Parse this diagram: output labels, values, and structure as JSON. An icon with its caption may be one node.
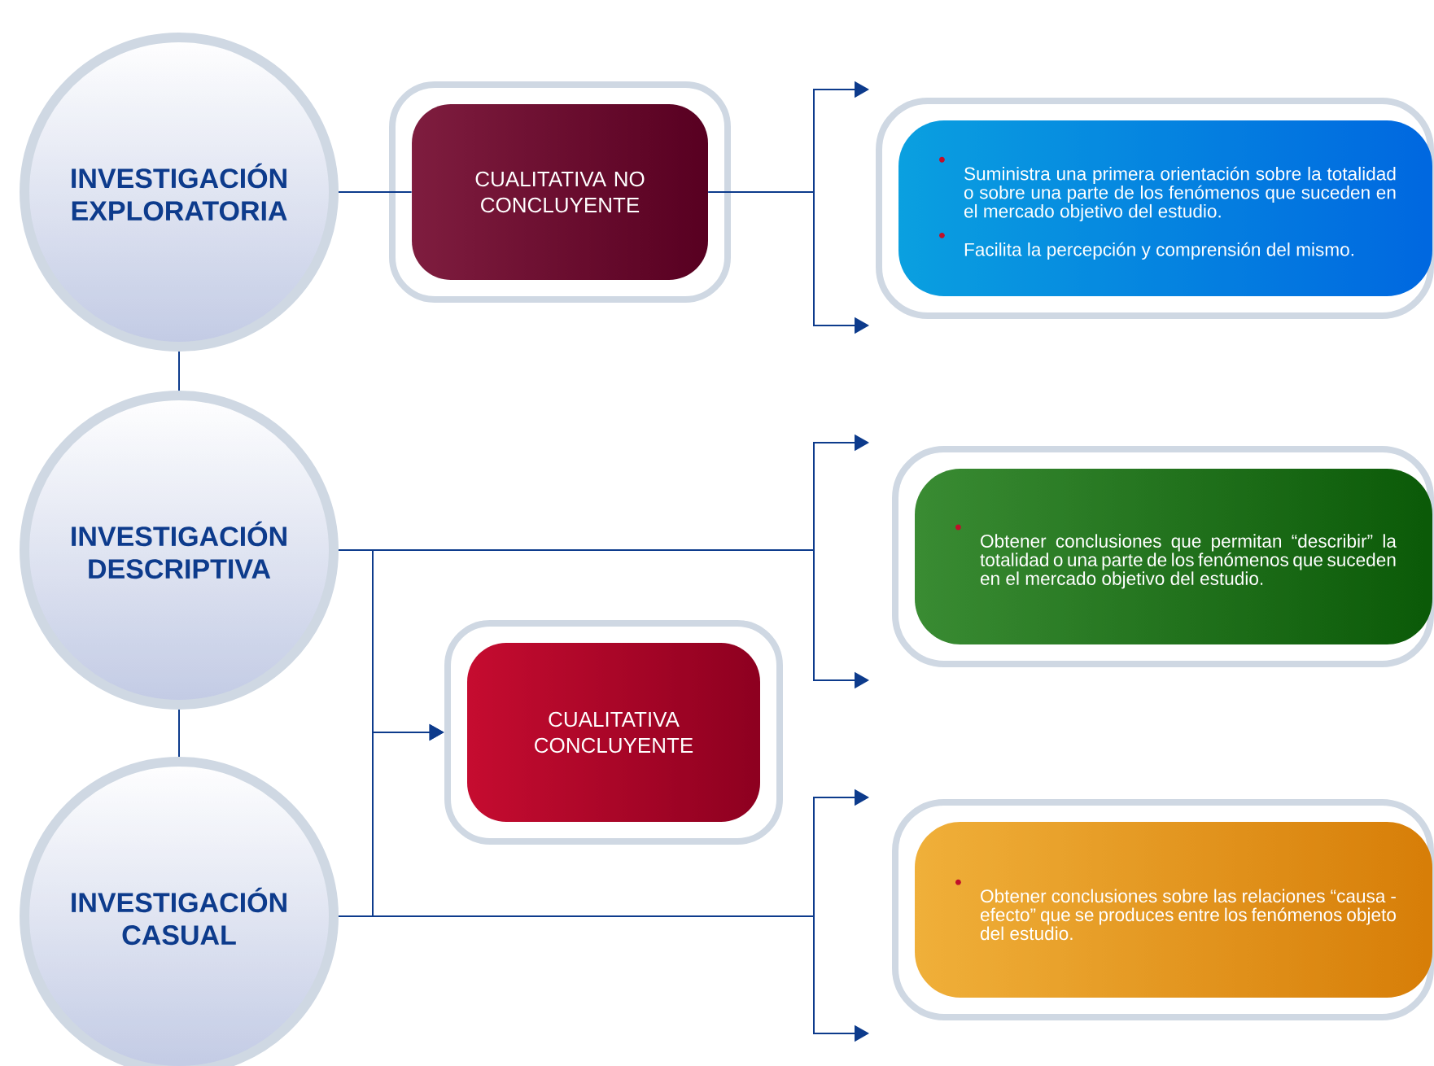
{
  "diagram": {
    "nodes": [
      {
        "text": [
          "INVESTIGACIÓN EXPLORATORIA"
        ]
      },
      {
        "text": [
          "CUALITATIVA NO CONCLUYENTE"
        ]
      },
      {
        "text": [
          "Suministra una primera orientación sobre la totalidad o sobre una parte de los fenómenos que suceden en el mercado objetivo del estudio.",
          "Facilita la percepción y comprensión del mismo."
        ]
      },
      {
        "text": [
          "INVESTIGACIÓN DESCRIPTIVA"
        ]
      },
      {
        "text": [
          "Obtener conclusiones que permitan “describir” la totalidad o una parte de los fenómenos que suceden en el mercado objetivo del estudio."
        ]
      },
      {
        "text": [
          "CUALITATIVA CONCLUYENTE"
        ]
      },
      {
        "text": [
          "INVESTIGACIÓN CASUAL"
        ]
      },
      {
        "text": [
          "Obtener conclusiones sobre las relaciones “causa - efecto” que se produces entre los fenómenos objeto del estudio."
        ]
      }
    ],
    "edges": [
      {
        "from": 0,
        "to": 1,
        "arrow": "none"
      },
      {
        "from": 0,
        "to": 3,
        "arrow": "none"
      },
      {
        "from": 3,
        "to": 6,
        "arrow": "none"
      },
      {
        "from": 1,
        "to": null,
        "arrow": "to"
      },
      {
        "from": 1,
        "to": null,
        "arrow": "to"
      },
      {
        "from": 3,
        "to": 5,
        "arrow": "to"
      },
      {
        "from": 6,
        "to": 5,
        "arrow": "to"
      },
      {
        "from": 3,
        "to": null,
        "arrow": "to"
      },
      {
        "from": 3,
        "to": null,
        "arrow": "to"
      },
      {
        "from": 6,
        "to": null,
        "arrow": "to"
      },
      {
        "from": 6,
        "to": null,
        "arrow": "to"
      }
    ]
  }
}
